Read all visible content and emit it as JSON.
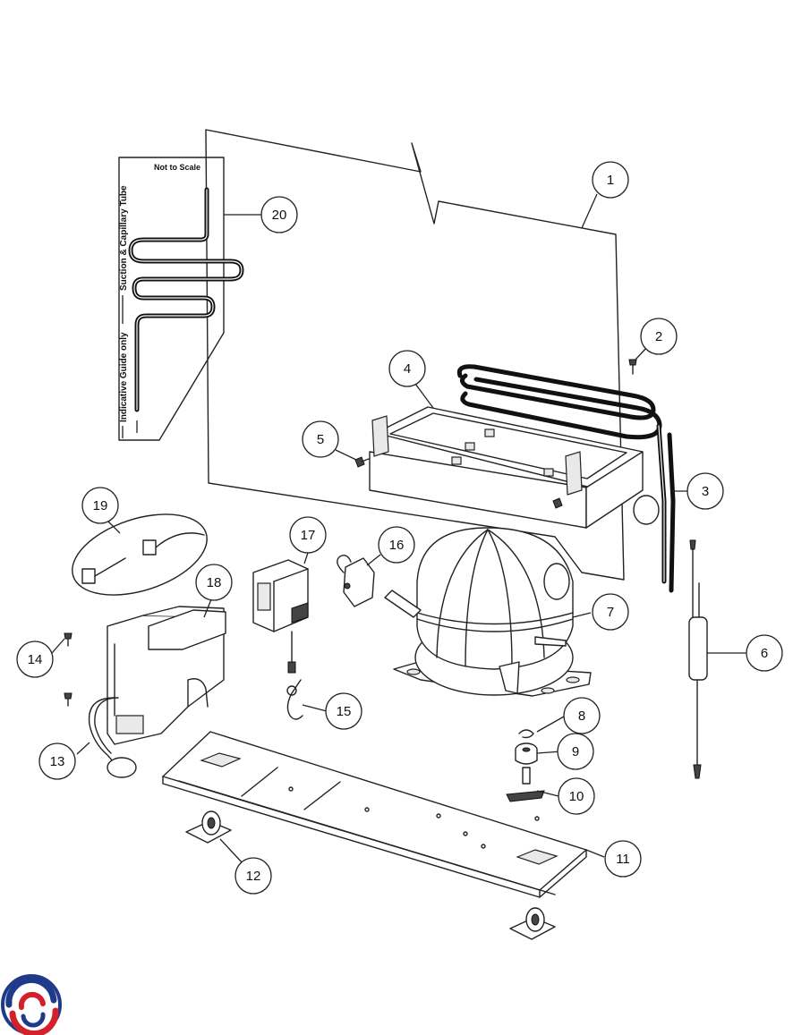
{
  "guide": {
    "scale_note": "Not to Scale",
    "side_label_top": "Suction & Capillary Tube",
    "side_label_bottom": "Indicative Guide only"
  },
  "callouts": {
    "c1": "1",
    "c2": "2",
    "c3": "3",
    "c4": "4",
    "c5": "5",
    "c6": "6",
    "c7": "7",
    "c8": "8",
    "c9": "9",
    "c10": "10",
    "c11": "11",
    "c12": "12",
    "c13": "13",
    "c14": "14",
    "c15": "15",
    "c16": "16",
    "c17": "17",
    "c18": "18",
    "c19": "19",
    "c20": "20"
  },
  "logo": {
    "colors": [
      "#1f3a8a",
      "#d4202a"
    ]
  }
}
